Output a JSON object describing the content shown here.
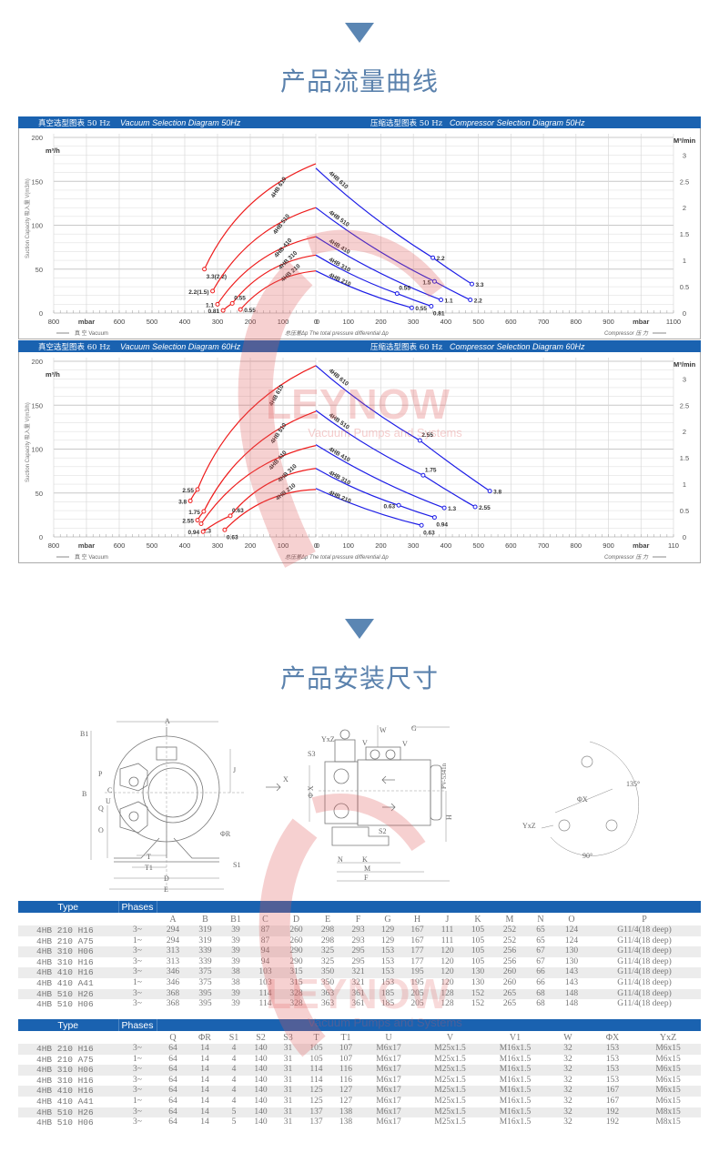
{
  "sections": {
    "flow_title": "产品流量曲线",
    "dims_title": "产品安装尺寸"
  },
  "colors": {
    "accent": "#5b86b3",
    "header_bar": "#1a62b0",
    "vacuum_curve": "#ee1c1c",
    "compressor_curve": "#1c1ce6",
    "watermark": "#e05a5a"
  },
  "watermark": {
    "brand": "LEYNOW",
    "tagline": "Vacuum Pumps and Systems"
  },
  "chart_data": [
    {
      "type": "line",
      "vacuum_title_cn": "真空选型图表 50 Hz",
      "vacuum_title_en": "Vacuum Selection Diagram 50Hz",
      "compressor_title_cn": "压缩选型图表 50 Hz",
      "compressor_title_en": "Compressor Selection Diagram 50Hz",
      "ylabel": "Suction Capacity 吸入量 V(m3/h)",
      "y_unit_left": "m³/h",
      "y_unit_right": "M³/min",
      "x_unit": "mbar",
      "vacuum_caption": "真 空 Vacuum",
      "center_caption": "总压差Δp The total pressure differential Δp",
      "compressor_caption": "Compressor 压 力",
      "ylim": [
        0,
        200
      ],
      "yticks_left": [
        "0",
        "50",
        "100",
        "150",
        "200"
      ],
      "yticks_right": [
        "0",
        "0.5",
        "1",
        "1.5",
        "2",
        "2.5",
        "3"
      ],
      "vacuum_xlim": [
        0,
        800
      ],
      "vacuum_xticks": [
        "800",
        "mbar",
        "600",
        "500",
        "400",
        "300",
        "200",
        "100",
        "0"
      ],
      "compressor_xlim": [
        0,
        1100
      ],
      "compressor_xticks": [
        "0",
        "100",
        "200",
        "300",
        "400",
        "500",
        "600",
        "700",
        "800",
        "900",
        "mbar",
        "1100"
      ],
      "grid": true,
      "vacuum_series": [
        {
          "name": "4HB 610",
          "points": [
            {
              "x": 0,
              "y": 170
            },
            {
              "x": 340,
              "y": 50,
              "label": "3.3(2.2)",
              "label_side": "below"
            }
          ]
        },
        {
          "name": "4HB 510",
          "points": [
            {
              "x": 0,
              "y": 120
            },
            {
              "x": 315,
              "y": 25,
              "label": "2.2(1.5)",
              "label_side": "left"
            }
          ]
        },
        {
          "name": "4HB 410",
          "points": [
            {
              "x": 0,
              "y": 87
            },
            {
              "x": 300,
              "y": 10,
              "label": "1.1",
              "label_side": "left"
            }
          ]
        },
        {
          "name": "4HB 310",
          "points": [
            {
              "x": 0,
              "y": 66
            },
            {
              "x": 255,
              "y": 11,
              "label": "0.55",
              "label_side": "above"
            },
            {
              "x": 283,
              "y": 3,
              "label": "0.81",
              "label_side": "left"
            }
          ]
        },
        {
          "name": "4HB 210",
          "points": [
            {
              "x": 0,
              "y": 48
            },
            {
              "x": 230,
              "y": 4,
              "label": "0.55",
              "label_side": "right"
            }
          ]
        }
      ],
      "compressor_series": [
        {
          "name": "4HB 610",
          "points": [
            {
              "x": 0,
              "y": 2.75
            },
            {
              "x": 360,
              "y": 1.05,
              "label": "2.2",
              "label_side": "right"
            },
            {
              "x": 480,
              "y": 0.55,
              "label": "3.3",
              "label_side": "right"
            }
          ]
        },
        {
          "name": "4HB 510",
          "points": [
            {
              "x": 0,
              "y": 2.0
            },
            {
              "x": 365,
              "y": 0.6,
              "label": "1.5",
              "label_side": "left"
            },
            {
              "x": 475,
              "y": 0.25,
              "label": "2.2",
              "label_side": "right"
            }
          ]
        },
        {
          "name": "4HB 410",
          "points": [
            {
              "x": 0,
              "y": 1.45
            },
            {
              "x": 385,
              "y": 0.25,
              "label": "1.1",
              "label_side": "right"
            }
          ]
        },
        {
          "name": "4HB 310",
          "points": [
            {
              "x": 0,
              "y": 1.1
            },
            {
              "x": 250,
              "y": 0.37,
              "label": "0.55",
              "label_side": "above"
            },
            {
              "x": 355,
              "y": 0.13,
              "label": "0.81",
              "label_side": "below"
            }
          ]
        },
        {
          "name": "4HB 210",
          "points": [
            {
              "x": 0,
              "y": 0.8
            },
            {
              "x": 295,
              "y": 0.1,
              "label": "0.55",
              "label_side": "right"
            }
          ]
        }
      ]
    },
    {
      "type": "line",
      "vacuum_title_cn": "真空选型图表 60 Hz",
      "vacuum_title_en": "Vacuum Selection Diagram 60Hz",
      "compressor_title_cn": "压缩选型图表 60 Hz",
      "compressor_title_en": "Compressor Selection Diagram 60Hz",
      "ylabel": "Suction Capacity 吸入量 V(m3/h)",
      "y_unit_left": "m³/h",
      "y_unit_right": "M³/min",
      "x_unit": "mbar",
      "vacuum_caption": "真 空 Vacuum",
      "center_caption": "总压差Δp The total pressure differential Δp",
      "compressor_caption": "Compressor 压 力",
      "ylim": [
        0,
        200
      ],
      "yticks_left": [
        "0",
        "50",
        "100",
        "150",
        "200"
      ],
      "yticks_right": [
        "0",
        "0.5",
        "1",
        "1.5",
        "2",
        "2.5",
        "3"
      ],
      "vacuum_xlim": [
        0,
        800
      ],
      "vacuum_xticks": [
        "800",
        "mbar",
        "600",
        "500",
        "400",
        "300",
        "200",
        "100",
        "0"
      ],
      "compressor_xlim": [
        0,
        1100
      ],
      "compressor_xticks": [
        "0",
        "100",
        "200",
        "300",
        "400",
        "500",
        "600",
        "700",
        "800",
        "900",
        "mbar",
        "110"
      ],
      "grid": true,
      "vacuum_series": [
        {
          "name": "4HB 610",
          "points": [
            {
              "x": 0,
              "y": 195
            },
            {
              "x": 361,
              "y": 54,
              "label": "2.55",
              "label_side": "left"
            },
            {
              "x": 383,
              "y": 41,
              "label": "3.8",
              "label_side": "left"
            }
          ]
        },
        {
          "name": "4HB 510",
          "points": [
            {
              "x": 0,
              "y": 143
            },
            {
              "x": 342,
              "y": 29,
              "label": "1.75",
              "label_side": "left"
            },
            {
              "x": 361,
              "y": 19,
              "label": "2.55",
              "label_side": "left"
            }
          ]
        },
        {
          "name": "4HB 410",
          "points": [
            {
              "x": 0,
              "y": 104
            },
            {
              "x": 350,
              "y": 15,
              "label": "1.3",
              "label_side": "below"
            }
          ]
        },
        {
          "name": "4HB 310",
          "points": [
            {
              "x": 0,
              "y": 78
            },
            {
              "x": 261,
              "y": 24,
              "label": "0.63",
              "label_side": "above"
            },
            {
              "x": 344,
              "y": 6,
              "label": "0.94",
              "label_side": "left"
            }
          ]
        },
        {
          "name": "4HB 210",
          "points": [
            {
              "x": 0,
              "y": 54
            },
            {
              "x": 278,
              "y": 8,
              "label": "0.63",
              "label_side": "below"
            }
          ]
        }
      ],
      "compressor_series": [
        {
          "name": "4HB 610",
          "points": [
            {
              "x": 0,
              "y": 3.25
            },
            {
              "x": 320,
              "y": 1.83,
              "label": "2.55",
              "label_side": "above"
            },
            {
              "x": 535,
              "y": 0.87,
              "label": "3.8",
              "label_side": "right"
            }
          ]
        },
        {
          "name": "4HB 510",
          "points": [
            {
              "x": 0,
              "y": 2.4
            },
            {
              "x": 330,
              "y": 1.17,
              "label": "1.75",
              "label_side": "above"
            },
            {
              "x": 490,
              "y": 0.57,
              "label": "2.55",
              "label_side": "right"
            }
          ]
        },
        {
          "name": "4HB 410",
          "points": [
            {
              "x": 0,
              "y": 1.75
            },
            {
              "x": 395,
              "y": 0.55,
              "label": "1.3",
              "label_side": "right"
            }
          ]
        },
        {
          "name": "4HB 310",
          "points": [
            {
              "x": 0,
              "y": 1.3
            },
            {
              "x": 255,
              "y": 0.6,
              "label": "0.63",
              "label_side": "left"
            },
            {
              "x": 365,
              "y": 0.37,
              "label": "0.94",
              "label_side": "below"
            }
          ]
        },
        {
          "name": "4HB 210",
          "points": [
            {
              "x": 0,
              "y": 0.92
            },
            {
              "x": 325,
              "y": 0.22,
              "label": "0.63",
              "label_side": "below"
            }
          ]
        }
      ]
    }
  ],
  "drawings": {
    "front": {
      "A": "A",
      "B1": "B1",
      "B": "B",
      "P": "P",
      "C": "C",
      "U": "U",
      "Q": "Q",
      "O": "O",
      "J": "J",
      "R": "ΦR",
      "S1": "S1",
      "T": "T",
      "T1": "T1",
      "D": "D",
      "E": "E"
    },
    "side": {
      "X": "X",
      "YxZ": "YxZ",
      "S3": "S3",
      "W": "W",
      "G": "G",
      "V": "V",
      "V1": "V",
      "phiX": "Φ X",
      "PV": "PV-5341n",
      "S2": "S2",
      "H": "H",
      "N": "N",
      "K": "K",
      "M": "M",
      "F": "F"
    },
    "flange": {
      "phiX": "ΦX",
      "a135": "135°",
      "a90": "90°",
      "YxZ": "YxZ"
    }
  },
  "table1": {
    "type_header": "Type",
    "phases_header": "Phases",
    "columns": [
      "A",
      "B",
      "B1",
      "C",
      "D",
      "E",
      "F",
      "G",
      "H",
      "J",
      "K",
      "M",
      "N",
      "O",
      "P"
    ],
    "rows": [
      {
        "type": "4HB 210 H16",
        "phases": "3~",
        "values": [
          "294",
          "319",
          "39",
          "87",
          "260",
          "298",
          "293",
          "129",
          "167",
          "111",
          "105",
          "252",
          "65",
          "124",
          "G11/4(18 deep)"
        ]
      },
      {
        "type": "4HB 210 A75",
        "phases": "1~",
        "values": [
          "294",
          "319",
          "39",
          "87",
          "260",
          "298",
          "293",
          "129",
          "167",
          "111",
          "105",
          "252",
          "65",
          "124",
          "G11/4(18 deep)"
        ]
      },
      {
        "type": "4HB 310 H06",
        "phases": "3~",
        "values": [
          "313",
          "339",
          "39",
          "94",
          "290",
          "325",
          "295",
          "153",
          "177",
          "120",
          "105",
          "256",
          "67",
          "130",
          "G11/4(18 deep)"
        ]
      },
      {
        "type": "4HB 310 H16",
        "phases": "3~",
        "values": [
          "313",
          "339",
          "39",
          "94",
          "290",
          "325",
          "295",
          "153",
          "177",
          "120",
          "105",
          "256",
          "67",
          "130",
          "G11/4(18 deep)"
        ]
      },
      {
        "type": "4HB 410 H16",
        "phases": "3~",
        "values": [
          "346",
          "375",
          "38",
          "103",
          "315",
          "350",
          "321",
          "153",
          "195",
          "120",
          "130",
          "260",
          "66",
          "143",
          "G11/4(18 deep)"
        ]
      },
      {
        "type": "4HB 410 A41",
        "phases": "1~",
        "values": [
          "346",
          "375",
          "38",
          "103",
          "315",
          "350",
          "321",
          "153",
          "195",
          "120",
          "130",
          "260",
          "66",
          "143",
          "G11/4(18 deep)"
        ]
      },
      {
        "type": "4HB 510 H26",
        "phases": "3~",
        "values": [
          "368",
          "395",
          "39",
          "114",
          "328",
          "363",
          "361",
          "185",
          "205",
          "128",
          "152",
          "265",
          "68",
          "148",
          "G11/4(18 deep)"
        ]
      },
      {
        "type": "4HB 510 H06",
        "phases": "3~",
        "values": [
          "368",
          "395",
          "39",
          "114",
          "328",
          "363",
          "361",
          "185",
          "205",
          "128",
          "152",
          "265",
          "68",
          "148",
          "G11/4(18 deep)"
        ]
      }
    ]
  },
  "table2": {
    "type_header": "Type",
    "phases_header": "Phases",
    "columns": [
      "Q",
      "ΦR",
      "S1",
      "S2",
      "S3",
      "T",
      "T1",
      "U",
      "V",
      "V1",
      "W",
      "ΦX",
      "YxZ"
    ],
    "rows": [
      {
        "type": "4HB 210 H16",
        "phases": "3~",
        "values": [
          "64",
          "14",
          "4",
          "140",
          "31",
          "105",
          "107",
          "M6x17",
          "M25x1.5",
          "M16x1.5",
          "32",
          "153",
          "M6x15"
        ]
      },
      {
        "type": "4HB 210 A75",
        "phases": "1~",
        "values": [
          "64",
          "14",
          "4",
          "140",
          "31",
          "105",
          "107",
          "M6x17",
          "M25x1.5",
          "M16x1.5",
          "32",
          "153",
          "M6x15"
        ]
      },
      {
        "type": "4HB 310 H06",
        "phases": "3~",
        "values": [
          "64",
          "14",
          "4",
          "140",
          "31",
          "114",
          "116",
          "M6x17",
          "M25x1.5",
          "M16x1.5",
          "32",
          "153",
          "M6x15"
        ]
      },
      {
        "type": "4HB 310 H16",
        "phases": "3~",
        "values": [
          "64",
          "14",
          "4",
          "140",
          "31",
          "114",
          "116",
          "M6x17",
          "M25x1.5",
          "M16x1.5",
          "32",
          "153",
          "M6x15"
        ]
      },
      {
        "type": "4HB 410 H16",
        "phases": "3~",
        "values": [
          "64",
          "14",
          "4",
          "140",
          "31",
          "125",
          "127",
          "M6x17",
          "M25x1.5",
          "M16x1.5",
          "32",
          "167",
          "M6x15"
        ]
      },
      {
        "type": "4HB 410 A41",
        "phases": "1~",
        "values": [
          "64",
          "14",
          "4",
          "140",
          "31",
          "125",
          "127",
          "M6x17",
          "M25x1.5",
          "M16x1.5",
          "32",
          "167",
          "M6x15"
        ]
      },
      {
        "type": "4HB 510 H26",
        "phases": "3~",
        "values": [
          "64",
          "14",
          "5",
          "140",
          "31",
          "137",
          "138",
          "M6x17",
          "M25x1.5",
          "M16x1.5",
          "32",
          "192",
          "M8x15"
        ]
      },
      {
        "type": "4HB 510 H06",
        "phases": "3~",
        "values": [
          "64",
          "14",
          "5",
          "140",
          "31",
          "137",
          "138",
          "M6x17",
          "M25x1.5",
          "M16x1.5",
          "32",
          "192",
          "M8x15"
        ]
      }
    ]
  }
}
